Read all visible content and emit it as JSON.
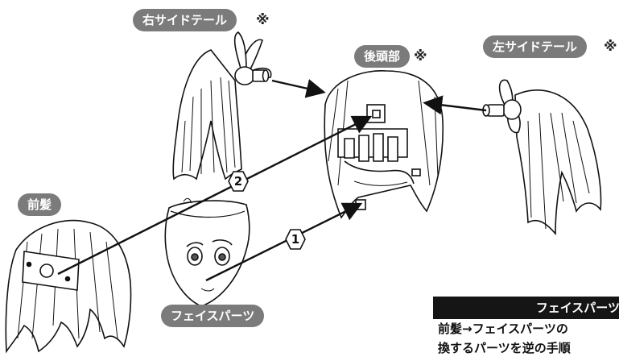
{
  "labels": {
    "right_side_tail": "右サイドテール",
    "back_head": "後頭部",
    "left_side_tail": "左サイドテール",
    "bangs": "前髪",
    "face_parts": "フェイスパーツ",
    "asterisk": "※"
  },
  "steps": [
    "1",
    "2"
  ],
  "note": {
    "title": "フェイスパーツ",
    "line1": "前髪→フェイスパーツの",
    "line2": "換するパーツを逆の手順"
  },
  "colors": {
    "label_bg": "#7b7b7b",
    "note_header_bg": "#151515",
    "line_art": "#111111"
  }
}
